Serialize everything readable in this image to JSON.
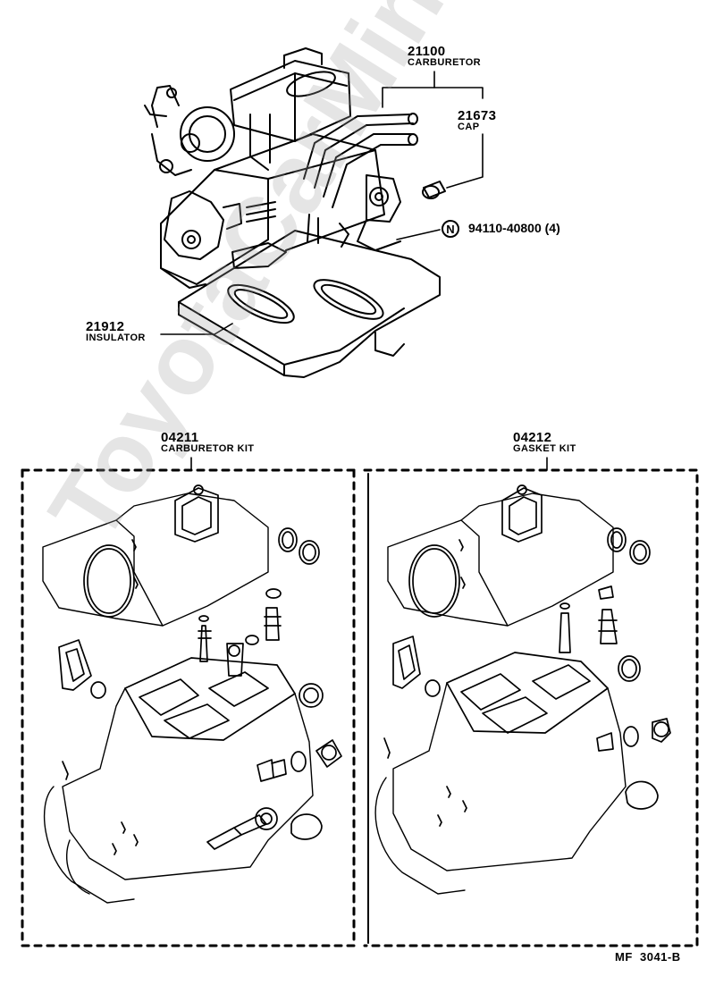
{
  "parts": {
    "carburetor": {
      "number": "21100",
      "name": "CARBURETOR"
    },
    "cap": {
      "number": "21673",
      "name": "CAP"
    },
    "bolt": {
      "symbol": "N",
      "number": "94110-40800 (4)"
    },
    "insulator": {
      "number": "21912",
      "name": "INSULATOR"
    },
    "carburetor_kit": {
      "number": "04211",
      "name": "CARBURETOR KIT"
    },
    "gasket_kit": {
      "number": "04212",
      "name": "GASKET KIT"
    }
  },
  "footer_code": "MF  3041-B",
  "watermark": "ToyotaCarMine.ru",
  "colors": {
    "line": "#000000",
    "watermark": "#a0a0a0",
    "background": "#ffffff"
  }
}
